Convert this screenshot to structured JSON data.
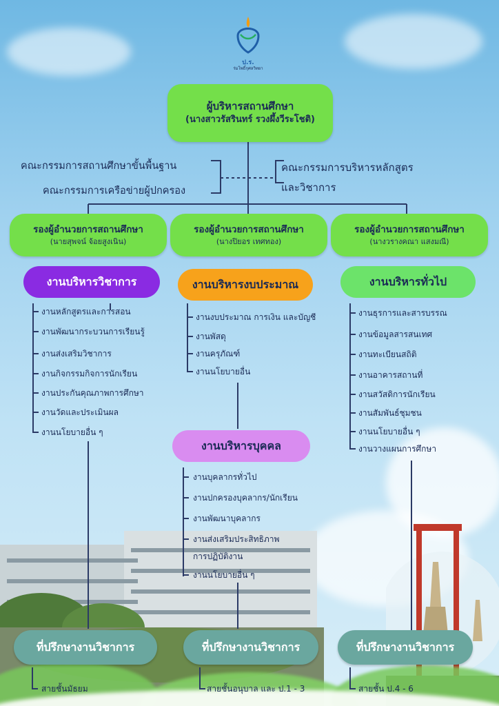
{
  "director": {
    "title": "ผู้บริหารสถานศึกษา",
    "name": "(นางสาวรัสรินทร์ รวงผึ้งวีระโชติ)"
  },
  "committees": {
    "left": [
      "คณะกรรมการสถานศึกษาขั้นพื้นฐาน",
      "คณะกรรมการเครือข่ายผู้ปกครอง"
    ],
    "right": [
      "คณะกรรมการบริหารหลักสูตร",
      "และวิชาการ"
    ]
  },
  "deputies": [
    {
      "title": "รองผู้อำนวยการสถานศึกษา",
      "name": "(นายสุพจน์  จ้อยสูงเนิน)"
    },
    {
      "title": "รองผู้อำนวยการสถานศึกษา",
      "name": "(นางปิยอร  เทศทอง)"
    },
    {
      "title": "รองผู้อำนวยการสถานศึกษา",
      "name": "(นางวรางคณา  แสงมณี)"
    }
  ],
  "departments": {
    "academic": {
      "title": "งานบริหารวิชาการ",
      "color": "#8a2be2",
      "items": [
        "งานหลักสูตรและการสอน",
        "งานพัฒนากระบวนการเรียนรู้",
        "งานส่งเสริมวิชาการ",
        "งานกิจกรรมกิจการนักเรียน",
        "งานประกันคุณภาพการศึกษา",
        "งานวัดและประเมินผล",
        "งานนโยบายอื่น ๆ"
      ]
    },
    "budget": {
      "title": "งานบริหารงบประมาณ",
      "color": "#f7a21b",
      "items": [
        "งานงบประมาณ การเงิน และบัญชี",
        "งานพัสดุ",
        "งานครุภัณฑ์",
        "งานนโยบายอื่น"
      ]
    },
    "general": {
      "title": "งานบริหารทั่วไป",
      "color": "#6ce36a",
      "items": [
        "งานธุรการและสารบรรณ",
        "งานข้อมูลสารสนเทศ",
        "งานทะเบียนสถิติ",
        "งานอาคารสถานที่",
        "งานสวัสดิการนักเรียน",
        "งานสัมพันธ์ชุมชน",
        "งานนโยบายอื่น ๆ",
        "งานวางแผนการศึกษา"
      ]
    },
    "personnel": {
      "title": "งานบริหารบุคคล",
      "color": "#d98cf0",
      "items": [
        "งานบุคลากรทั่วไป",
        "งานปกครองบุคลากร/นักเรียน",
        "งานพัฒนาบุคลากร",
        "งานส่งเสริมประสิทธิภาพ",
        "การปฏิบัติงาน",
        "งานนโยบายอื่น ๆ"
      ]
    }
  },
  "advisors": [
    {
      "title": "ที่ปรึกษางานวิชาการ",
      "level": "สายชั้นมัธยม"
    },
    {
      "title": "ที่ปรึกษางานวิชาการ",
      "level": "สายชั้นอนุบาล และ ป.1 - 3"
    },
    {
      "title": "ที่ปรึกษางานวิชาการ",
      "level": "สายชั้น ป.4 - 6"
    }
  ],
  "logo": {
    "text": "ร่มโพธิ์กุศลวิทยา",
    "mark": "ป.ร."
  },
  "colors": {
    "line": "#2b3a66",
    "director": "#74df4a",
    "advisor": "#6aa79f"
  }
}
